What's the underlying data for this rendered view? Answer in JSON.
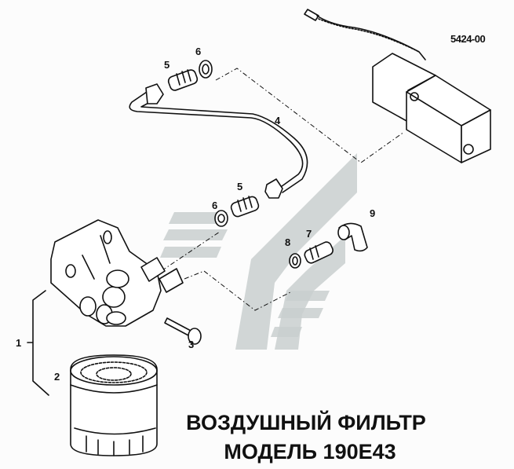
{
  "drawing_code": "5424-00",
  "title": {
    "line1": "ВОЗДУШНЫЙ ФИЛЬТР",
    "line2": "МОДЕЛЬ 190E43"
  },
  "callouts": [
    {
      "id": "c1",
      "text": "1"
    },
    {
      "id": "c2",
      "text": "2"
    },
    {
      "id": "c3",
      "text": "3"
    },
    {
      "id": "c4",
      "text": "4"
    },
    {
      "id": "c5a",
      "text": "5"
    },
    {
      "id": "c5b",
      "text": "5"
    },
    {
      "id": "c6a",
      "text": "6"
    },
    {
      "id": "c6b",
      "text": "6"
    },
    {
      "id": "c7",
      "text": "7"
    },
    {
      "id": "c8",
      "text": "8"
    },
    {
      "id": "c9",
      "text": "9"
    }
  ],
  "colors": {
    "line": "#111111",
    "watermark": "#c9cfcf",
    "background": "#fcfcfc"
  }
}
